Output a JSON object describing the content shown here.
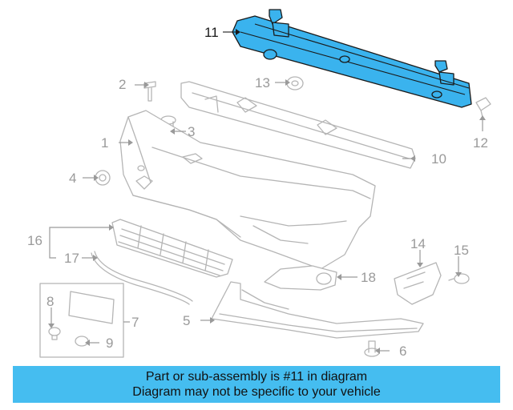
{
  "diagram": {
    "callouts": {
      "c1": "1",
      "c2": "2",
      "c3": "3",
      "c4": "4",
      "c5": "5",
      "c6": "6",
      "c7": "7",
      "c8": "8",
      "c9": "9",
      "c10": "10",
      "c11": "11",
      "c12": "12",
      "c13": "13",
      "c14": "14",
      "c15": "15",
      "c16": "16",
      "c17": "17",
      "c18": "18"
    },
    "highlight_color": "#3ab3ee"
  },
  "banner": {
    "line1": "Part or sub-assembly is #11 in diagram",
    "line2": "Diagram may not be specific to your vehicle",
    "color": "#45bdf0"
  }
}
